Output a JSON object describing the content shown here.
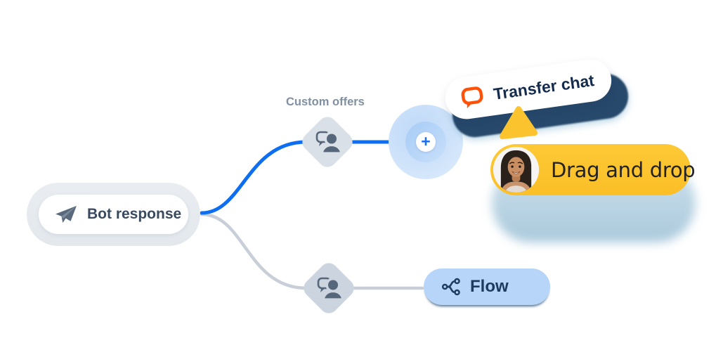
{
  "nodes": {
    "bot_response": {
      "label": "Bot response",
      "icon": "paper-plane-icon"
    },
    "custom_offers": {
      "label": "Custom offers",
      "icon": "person-chat-icon"
    },
    "plus_target": {
      "symbol": "+",
      "icon": "plus-icon"
    },
    "transfer_chat": {
      "label": "Transfer chat",
      "icon": "chat-bubble-icon"
    },
    "drag_and_drop": {
      "label": "Drag and drop",
      "icon": "avatar-photo"
    },
    "flow": {
      "label": "Flow",
      "icon": "branch-flow-icon"
    },
    "bottom_branch": {
      "icon": "person-chat-icon"
    }
  },
  "cursor": {
    "icon": "triangle-pointer-icon"
  },
  "colors": {
    "blue_connector": "#0D6EF2",
    "gray_connector": "#C9CFD8",
    "navy_shadow": "#27496B",
    "yellow_pill": "#FBC32D",
    "flow_pill": "#B7D5F8",
    "orange_icon": "#FF5208",
    "diamond_top": "#DAE0E8",
    "diamond_bottom": "#CBD4DF",
    "label_gray": "#8090A2",
    "text_dark_navy": "#142B4C"
  }
}
